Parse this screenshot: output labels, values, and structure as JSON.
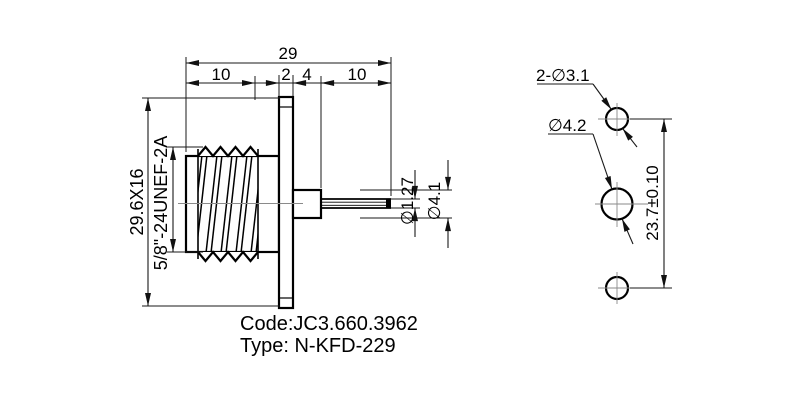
{
  "page": {
    "background": "#ffffff",
    "line_color": "#000000",
    "centerline_color": "#8a8a8a"
  },
  "side_view": {
    "dims": {
      "overall_length": "29",
      "thread_length": "10",
      "flange_thickness": "2",
      "insulator_length": "4",
      "pin_length": "10",
      "flange_size": "29.6X16",
      "thread_spec": "5/8\"-24UNEF-2A",
      "pin_diameter": "∅1.27",
      "insulator_diameter": "∅4.1"
    }
  },
  "face_view": {
    "dims": {
      "mount_holes": "2-∅3.1",
      "center_hole": "∅4.2",
      "hole_spacing": "23.7±0.10"
    }
  },
  "title": {
    "code": "Code:JC3.660.3962",
    "type": "Type: N-KFD-229"
  }
}
